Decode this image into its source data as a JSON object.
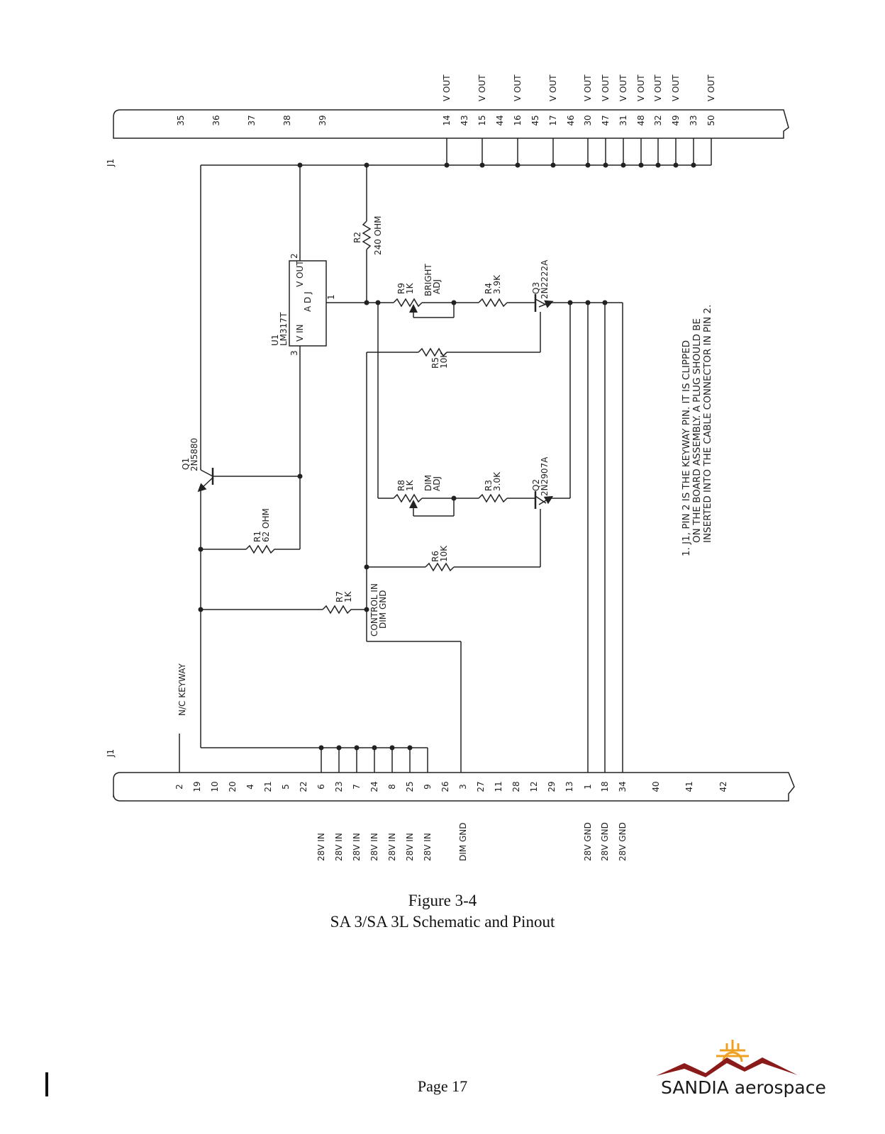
{
  "connector_label": "J1",
  "top_pins": [
    "35",
    "36",
    "37",
    "38",
    "39",
    "14",
    "43",
    "15",
    "44",
    "16",
    "45",
    "17",
    "46",
    "30",
    "47",
    "31",
    "48",
    "32",
    "49",
    "33",
    "50"
  ],
  "vout_labels": [
    "V OUT",
    "V OUT",
    "V OUT",
    "V OUT",
    "V OUT",
    "V OUT",
    "V OUT",
    "V OUT",
    "V OUT",
    "V OUT",
    "V OUT"
  ],
  "bottom_pins": [
    "2",
    "19",
    "10",
    "20",
    "4",
    "21",
    "5",
    "22",
    "6",
    "23",
    "7",
    "24",
    "8",
    "25",
    "9",
    "26",
    "3",
    "27",
    "11",
    "28",
    "12",
    "29",
    "13",
    "1",
    "18",
    "34",
    "40",
    "41",
    "42"
  ],
  "in_labels": [
    "28V IN",
    "28V IN",
    "28V IN",
    "28V IN",
    "28V IN",
    "28V IN",
    "28V IN"
  ],
  "dim_gnd_label": "DIM GND",
  "gnd_labels": [
    "28V GND",
    "28V GND",
    "28V GND"
  ],
  "keyway_label": "N/C KEYWAY",
  "components": {
    "u1_ref": "U1",
    "u1_part": "LM317T",
    "u1_vin": "V IN",
    "u1_vout": "V OUT",
    "u1_adj": "A D J",
    "u1_pin1": "1",
    "u1_pin2": "2",
    "u1_pin3": "3",
    "r1_ref": "R1",
    "r1_val": "62 OHM",
    "r2_ref": "R2",
    "r2_val": "240 OHM",
    "r3_ref": "R3",
    "r3_val": "3.0K",
    "r4_ref": "R4",
    "r4_val": "3.9K",
    "r5_ref": "R5",
    "r5_val": "10K",
    "r6_ref": "R6",
    "r6_val": "10K",
    "r7_ref": "R7",
    "r7_val": "1K",
    "r8_ref": "R8",
    "r8_val": "1K",
    "r9_ref": "R9",
    "r9_val": "1K",
    "bright_adj_1": "BRIGHT",
    "bright_adj_2": "ADJ",
    "dim_adj_1": "DIM",
    "dim_adj_2": "ADJ",
    "q1_ref": "Q1",
    "q1_part": "2N5880",
    "q2_ref": "Q2",
    "q2_part": "2N2907A",
    "q3_ref": "Q3",
    "q3_part": "2N2222A",
    "control_in": "CONTROL IN",
    "control_dim_gnd": "DIM GND"
  },
  "note": [
    "1. J1, PIN 2 IS THE KEYWAY PIN.  IT IS CLIPPED",
    "ON THE BOARD ASSEMBLY.  A PLUG SHOULD BE",
    "INSERTED INTO THE CABLE CONNECTOR IN PIN 2."
  ],
  "figure_number": "Figure 3-4",
  "figure_title": "SA 3/SA 3L Schematic and Pinout",
  "page_number": "Page 17",
  "logo_text": "SANDIA aerospace",
  "colors": {
    "ink": "#222222",
    "logo_red": "#8b1a1a",
    "logo_orange": "#f0a020"
  }
}
